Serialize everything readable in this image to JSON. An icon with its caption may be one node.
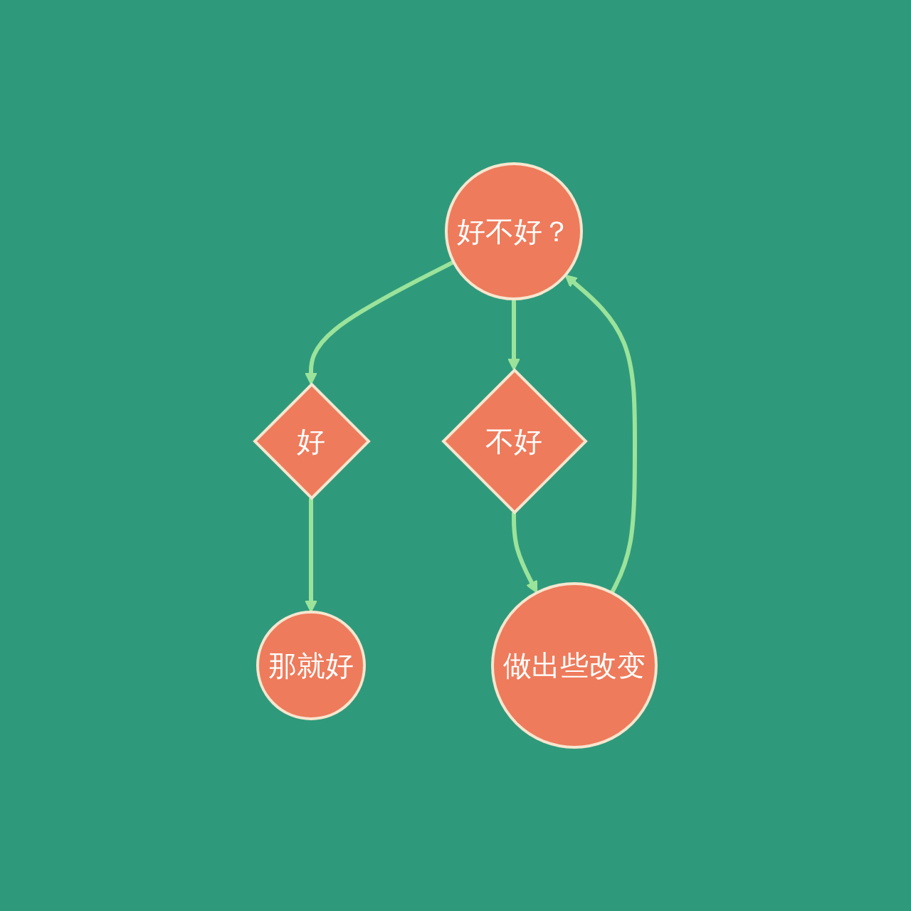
{
  "diagram": {
    "nodes": [
      {
        "text": [
          "好不好？"
        ]
      },
      {
        "text": [
          "好"
        ]
      },
      {
        "text": [
          "不好"
        ]
      },
      {
        "text": [
          "那就好"
        ]
      },
      {
        "text": [
          "做出些改变"
        ]
      }
    ],
    "edges": [
      {
        "from": 0,
        "to": 1,
        "arrow": "to"
      },
      {
        "from": 0,
        "to": 2,
        "arrow": "to"
      },
      {
        "from": 1,
        "to": 3,
        "arrow": "to"
      },
      {
        "from": 2,
        "to": 4,
        "arrow": "to"
      },
      {
        "from": 4,
        "to": 0,
        "arrow": "to"
      }
    ]
  }
}
